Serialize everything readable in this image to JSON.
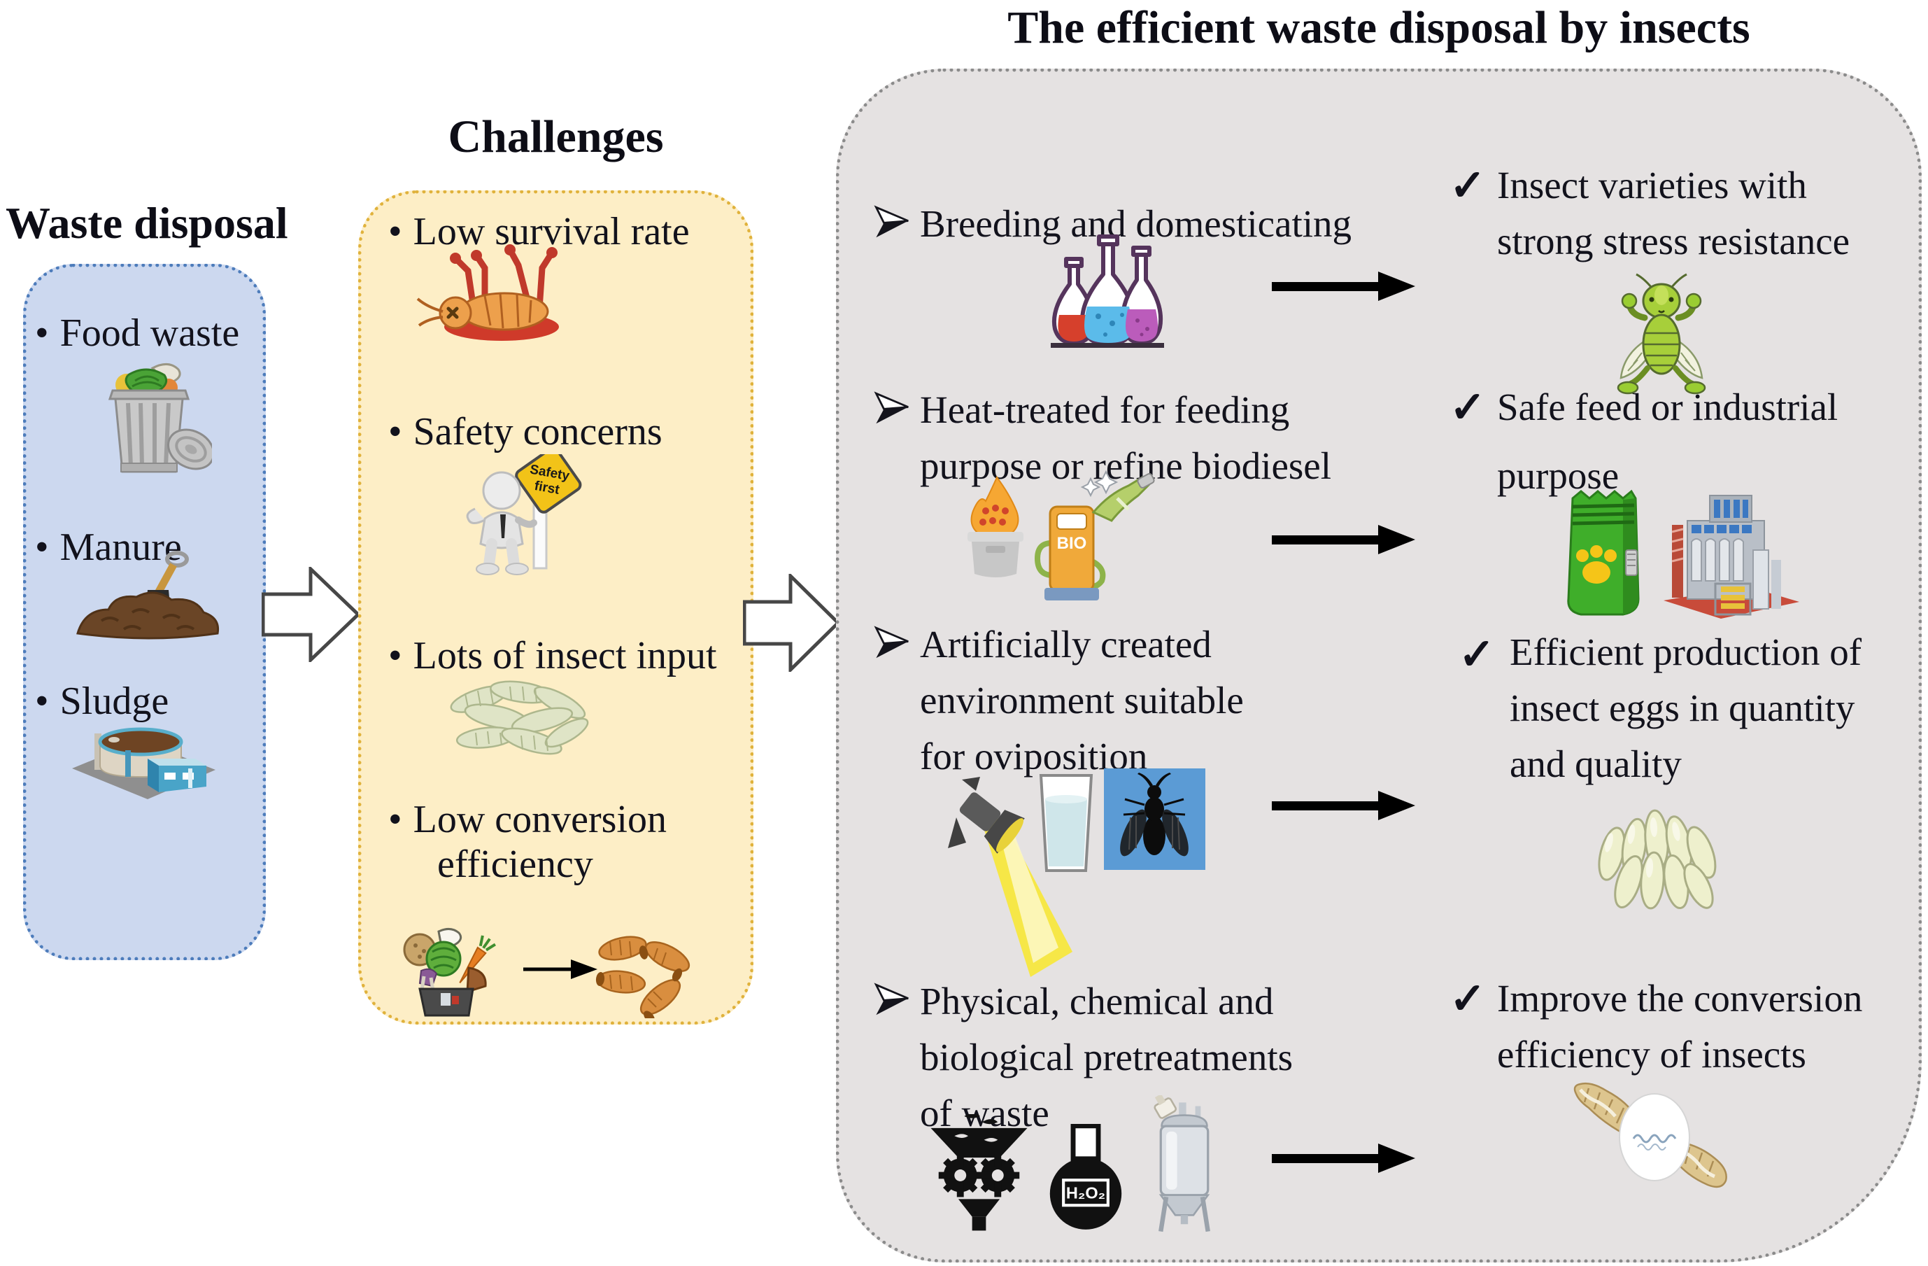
{
  "glyphs": {
    "bullet": "•",
    "check": "✓"
  },
  "titles": {
    "left": "Waste disposal",
    "middle": "Challenges",
    "right": "The efficient waste disposal by insects"
  },
  "left_panel": {
    "items": [
      {
        "label": "Food waste",
        "icon": "food-waste-trash-can"
      },
      {
        "label": "Manure",
        "icon": "manure-pile-with-shovel"
      },
      {
        "label": "Sludge",
        "icon": "sludge-treatment-plant"
      }
    ]
  },
  "middle_panel": {
    "items": [
      {
        "lines": [
          "Low survival rate"
        ],
        "icon": "dead-cockroach"
      },
      {
        "lines": [
          "Safety concerns"
        ],
        "icon": "person-with-safety-first-sign",
        "sign": {
          "line1": "Safety",
          "line2": "first"
        }
      },
      {
        "lines": [
          "Lots of insect input"
        ],
        "icon": "pile-of-larvae"
      },
      {
        "lines": [
          "Low conversion",
          "efficiency"
        ],
        "icon": "food-waste-to-larvae"
      }
    ]
  },
  "right_panel": {
    "rows": [
      {
        "challenge": {
          "lines": [
            "Breeding and domesticating"
          ],
          "icon": "laboratory-flasks"
        },
        "solution": {
          "lines": [
            "Insect varieties with",
            "strong stress resistance"
          ],
          "icon": "strong-grasshopper"
        }
      },
      {
        "challenge": {
          "lines": [
            "Heat-treated for feeding",
            "purpose or refine biodiesel"
          ],
          "icon": "heating-pot-and-biodiesel-pump",
          "pump_label": "BIO"
        },
        "solution": {
          "lines": [
            "Safe feed or  industrial",
            "purpose"
          ],
          "icon": "feed-bag-and-factory"
        }
      },
      {
        "challenge": {
          "lines": [
            "Artificially created",
            "environment suitable",
            "for  oviposition"
          ],
          "icon": "spotlight-water-and-fly"
        },
        "solution": {
          "lines": [
            "Efficient production of",
            "insect eggs in quantity",
            "and quality"
          ],
          "icon": "insect-eggs"
        }
      },
      {
        "challenge": {
          "lines": [
            "Physical, chemical and",
            "biological pretreatments",
            "of waste"
          ],
          "icon": "grinder-h2o2-flask-fermenter",
          "flask_label": "H₂O₂"
        },
        "solution": {
          "lines": [
            "Improve the conversion",
            "efficiency of insects"
          ],
          "icon": "larvae-with-egg"
        }
      }
    ]
  },
  "colors": {
    "left_panel_fill": "#ccd8ef",
    "left_panel_border": "#4d7cbb",
    "middle_panel_fill": "#fdeec6",
    "middle_panel_border": "#e0b23c",
    "right_panel_fill": "#e5e2e2",
    "right_panel_border": "#8b8b8b",
    "text": "#12121c",
    "arrow_black": "#000000",
    "block_arrow_fill": "#ffffff",
    "block_arrow_stroke": "#474747"
  }
}
